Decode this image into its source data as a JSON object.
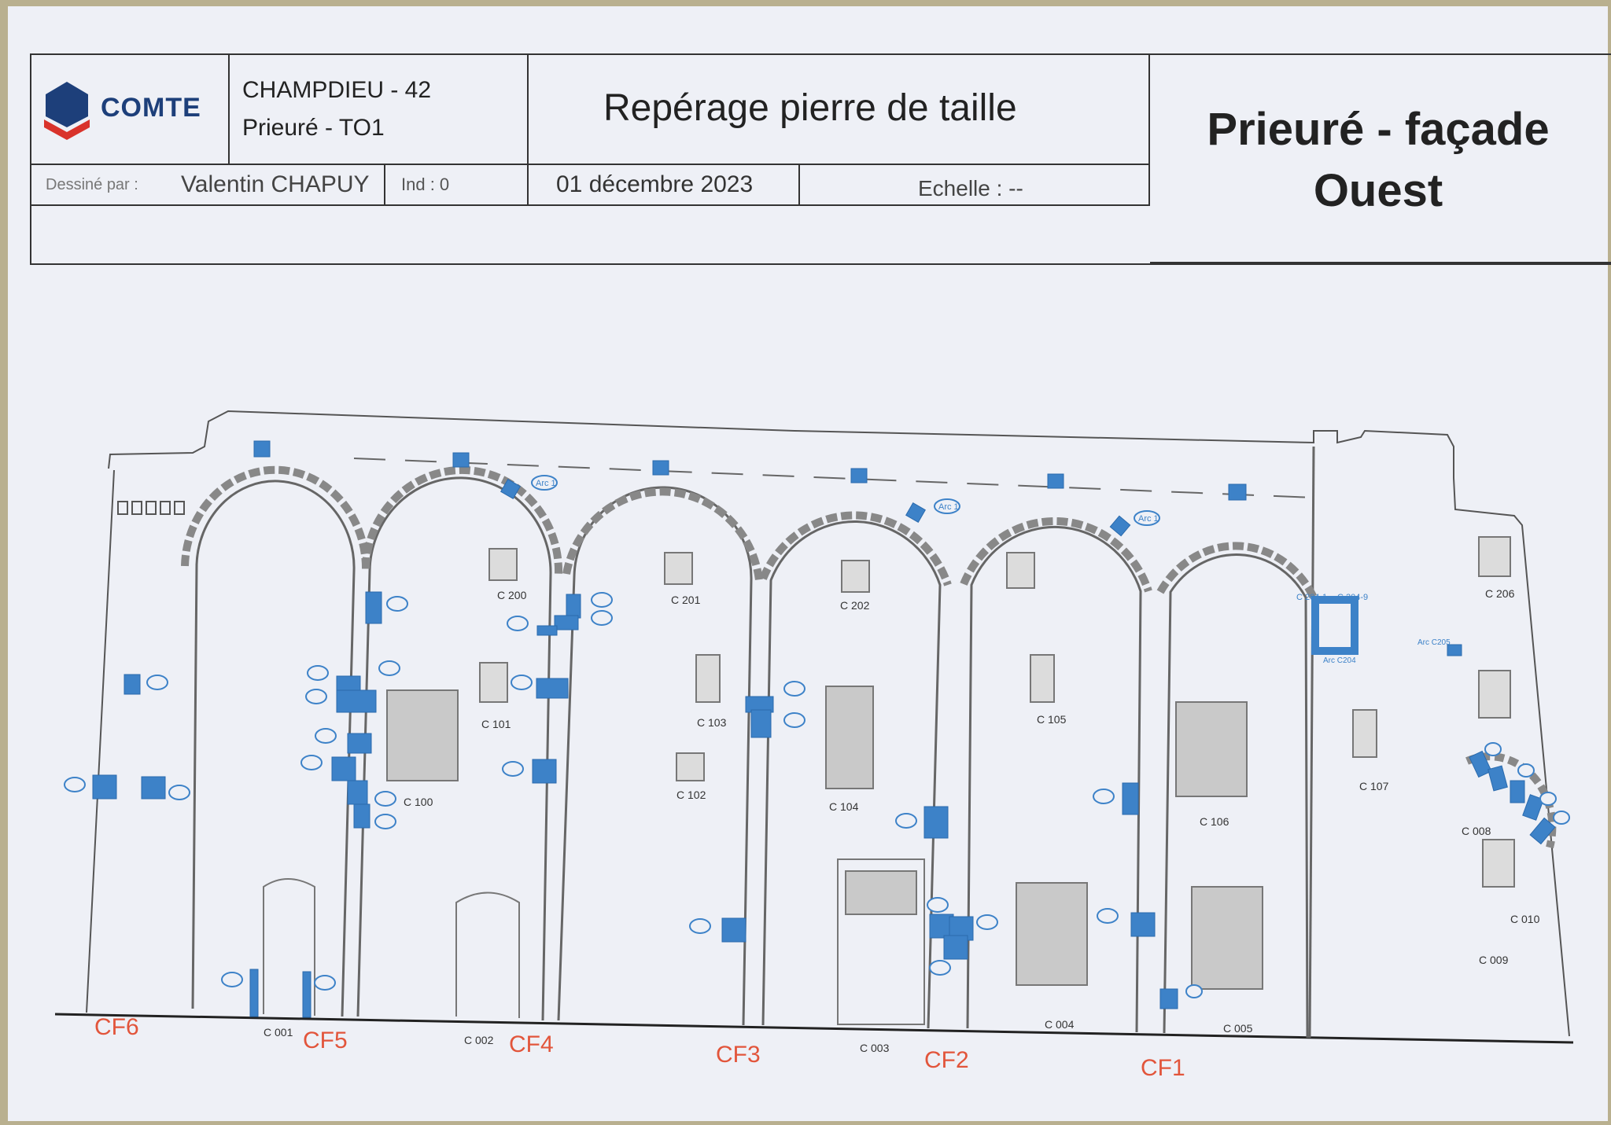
{
  "title_block": {
    "company": "COMTE",
    "site": "CHAMPDIEU - 42",
    "building": "Prieuré - TO1",
    "document_title": "Repérage pierre de taille",
    "view_title": "Prieuré - façade Ouest",
    "drawn_by_label": "Dessiné par :",
    "drawn_by": "Valentin CHAPUY",
    "index": "Ind : 0",
    "date": "01 décembre 2023",
    "scale": "Echelle : --",
    "logo_colors": {
      "blue": "#1d3f7a",
      "red": "#d9332b"
    }
  },
  "drawing": {
    "marker_color": "#3d82c8",
    "counterfort_color": "#e2553b",
    "counterforts": [
      "CF6",
      "CF5",
      "CF4",
      "CF3",
      "CF2",
      "CF1"
    ],
    "stone_labels": [
      "C 200",
      "C 201",
      "C 202",
      "C 101",
      "C 103",
      "C 105",
      "C 100",
      "C 102",
      "C 104",
      "C 106",
      "C 107",
      "C 206",
      "C 001",
      "C 002",
      "C 003",
      "C 004",
      "C 005",
      "C 008",
      "C 010",
      "C 009",
      "C 204-1",
      "C 204-9",
      "Arc C204",
      "Arc C205"
    ],
    "arc_tags": [
      "Arc 1",
      "Arc 1",
      "Arc 1"
    ]
  }
}
